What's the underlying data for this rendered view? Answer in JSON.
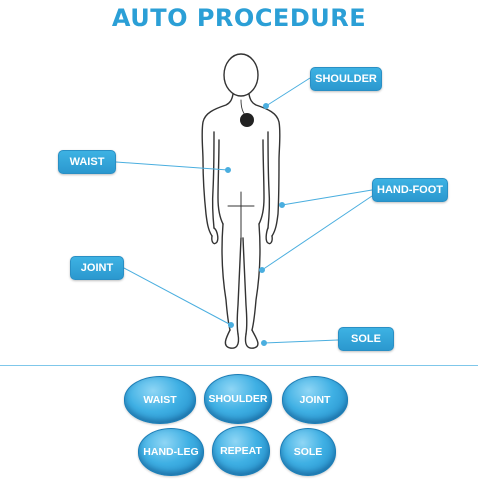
{
  "header": {
    "title": "AUTO PROCEDURE"
  },
  "diagram": {
    "labels": {
      "shoulder": "SHOULDER",
      "waist": "WAIST",
      "hand_foot": "HAND-FOOT",
      "joint": "JOINT",
      "sole": "SOLE"
    },
    "accent_color": "#2b9fd6",
    "line_color": "#4aaedf"
  },
  "pebbles": {
    "waist": "WAIST",
    "shoulder": "SHOULDER",
    "joint": "JOINT",
    "hand_leg": "HAND-LEG",
    "repeat": "REPEAT",
    "sole": "SOLE"
  }
}
